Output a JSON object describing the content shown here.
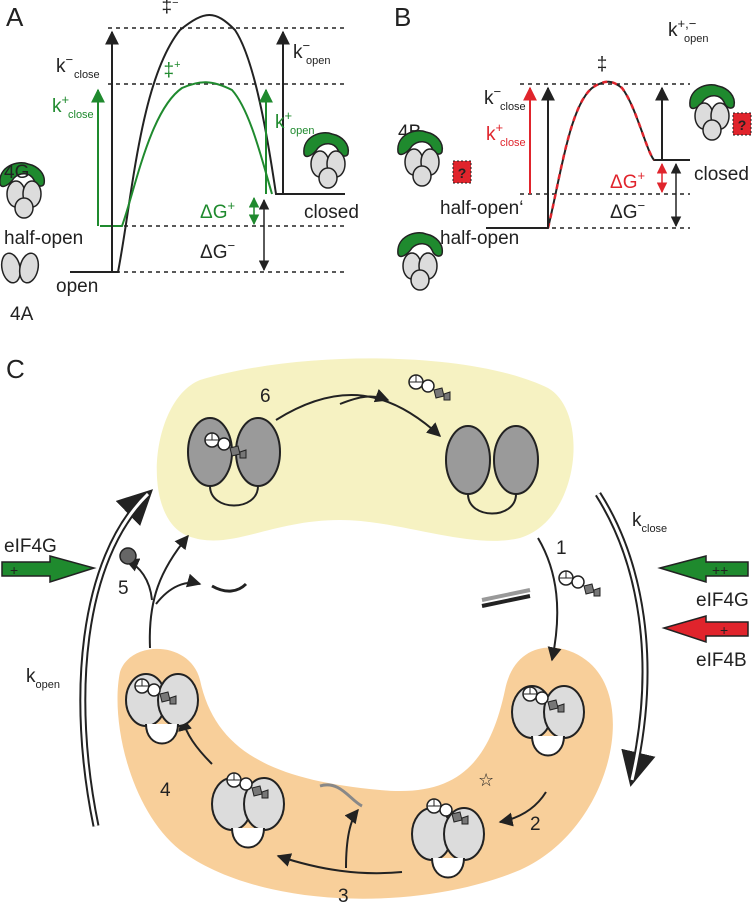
{
  "panels": {
    "a": "A",
    "b": "B",
    "c": "C"
  },
  "colors": {
    "green": "#1f8a2e",
    "red": "#e0242c",
    "yellow_band": "#f6f2c2",
    "orange_band": "#f8cf9a",
    "dark_grey": "#9a9a9a",
    "light_grey": "#dcdcdc"
  },
  "panel_a": {
    "ts_black": "‡",
    "ts_black_sup": "−",
    "ts_green": "‡",
    "ts_green_sup": "+",
    "k_close_minus": {
      "k": "k",
      "sup": "−",
      "sub": "close"
    },
    "k_close_plus": {
      "k": "k",
      "sup": "+",
      "sub": "close"
    },
    "k_open_minus": {
      "k": "k",
      "sup": "−",
      "sub": "open"
    },
    "k_open_plus": {
      "k": "k",
      "sup": "+",
      "sub": "open"
    },
    "dg_plus": {
      "d": "ΔG",
      "sup": "+"
    },
    "dg_minus": {
      "d": "ΔG",
      "sup": "−"
    },
    "label_4g": "4G",
    "label_half_open": "half-open",
    "label_open": "open",
    "label_4a": "4A",
    "label_closed": "closed"
  },
  "panel_b": {
    "ts": "‡",
    "k_close_minus": {
      "k": "k",
      "sup": "−",
      "sub": "close"
    },
    "k_close_plus": {
      "k": "k",
      "sup": "+",
      "sub": "close"
    },
    "k_open_pm": {
      "k": "k",
      "sup": "+,−",
      "sub": "open"
    },
    "dg_plus": {
      "d": "ΔG",
      "sup": "+"
    },
    "dg_minus": {
      "d": "ΔG",
      "sup": "−"
    },
    "label_4b": "4B",
    "label_half_open_prime": "half-open‘",
    "label_half_open": "half-open",
    "label_closed": "closed",
    "question": "?"
  },
  "panel_c": {
    "steps": [
      "1",
      "2",
      "3",
      "4",
      "5",
      "6"
    ],
    "k_close": {
      "k": "k",
      "sub": "close"
    },
    "k_open": {
      "k": "k",
      "sub": "open"
    },
    "eif4g_left": "eIF4G",
    "eif4g_right": "eIF4G",
    "eif4b": "eIF4B",
    "arrow_sign_left": "+",
    "arrow_sign_4g": "++",
    "arrow_sign_4b": "+"
  }
}
